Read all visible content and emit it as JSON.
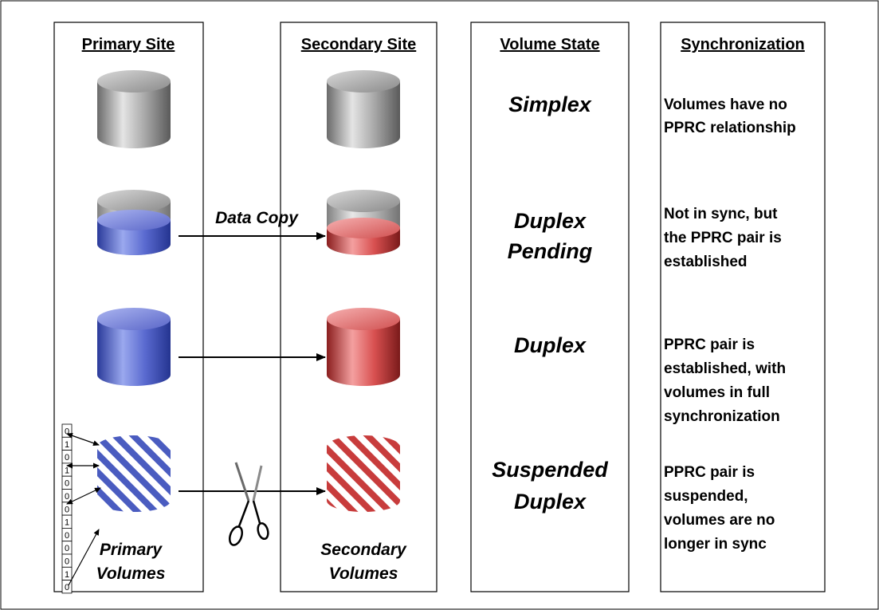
{
  "columns": {
    "primary": "Primary Site",
    "secondary": "Secondary Site",
    "state": "Volume State",
    "sync": "Synchronization"
  },
  "rows": [
    {
      "state": [
        "Simplex"
      ],
      "sync": [
        "Volumes have no",
        "PPRC relationship"
      ]
    },
    {
      "state": [
        "Duplex",
        "Pending"
      ],
      "sync": [
        "Not in sync, but",
        "the PPRC pair is",
        "established"
      ]
    },
    {
      "state": [
        "Duplex"
      ],
      "sync": [
        "PPRC pair is",
        "established, with",
        "volumes in full",
        "synchronization"
      ]
    },
    {
      "state": [
        "Suspended",
        "Duplex"
      ],
      "sync": [
        "PPRC pair is",
        "suspended,",
        "volumes are no",
        "longer in sync"
      ]
    }
  ],
  "data_copy_label": "Data Copy",
  "primary_volumes_label": [
    "Primary",
    "Volumes"
  ],
  "secondary_volumes_label": [
    "Secondary",
    "Volumes"
  ],
  "bitmap": [
    "0",
    "1",
    "0",
    "1",
    "0",
    "0",
    "0",
    "1",
    "0",
    "0",
    "0",
    "1",
    "0"
  ],
  "colors": {
    "gray": "#9a9a9a",
    "blue": "#4a5ec0",
    "red": "#d04848",
    "outline": "#000000"
  }
}
